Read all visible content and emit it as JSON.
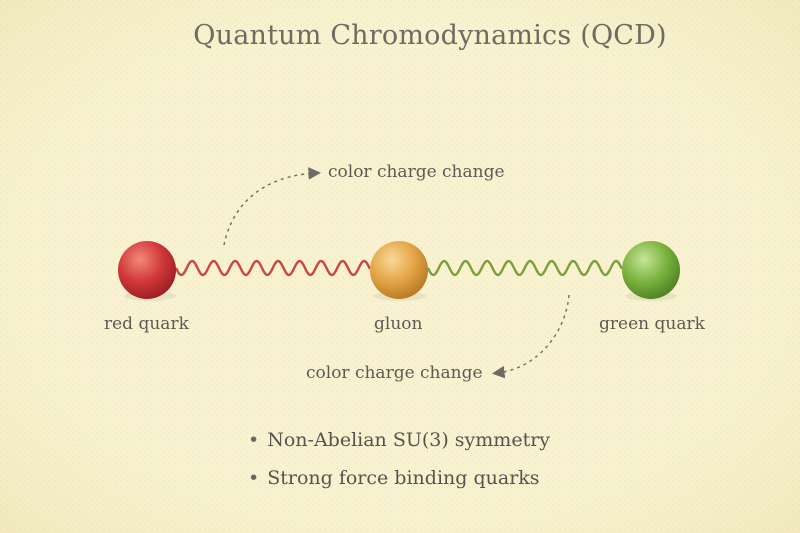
{
  "title": "Quantum Chromodynamics (QCD)",
  "particles": [
    {
      "id": "red",
      "label": "red quark",
      "color": "#d2383a"
    },
    {
      "id": "gluon",
      "label": "gluon",
      "color": "#e4a547"
    },
    {
      "id": "green",
      "label": "green quark",
      "color": "#7cb33f"
    }
  ],
  "annotations": {
    "top": "color charge change",
    "bottom": "color charge change"
  },
  "bullets": [
    "Non-Abelian SU(3) symmetry",
    "Strong force binding quarks"
  ],
  "colors": {
    "background": "#f7f0c9",
    "wave_red": "#c9473f",
    "wave_green": "#7e9d3c",
    "arrow": "#6e6b65",
    "text": "#5c5a55"
  }
}
